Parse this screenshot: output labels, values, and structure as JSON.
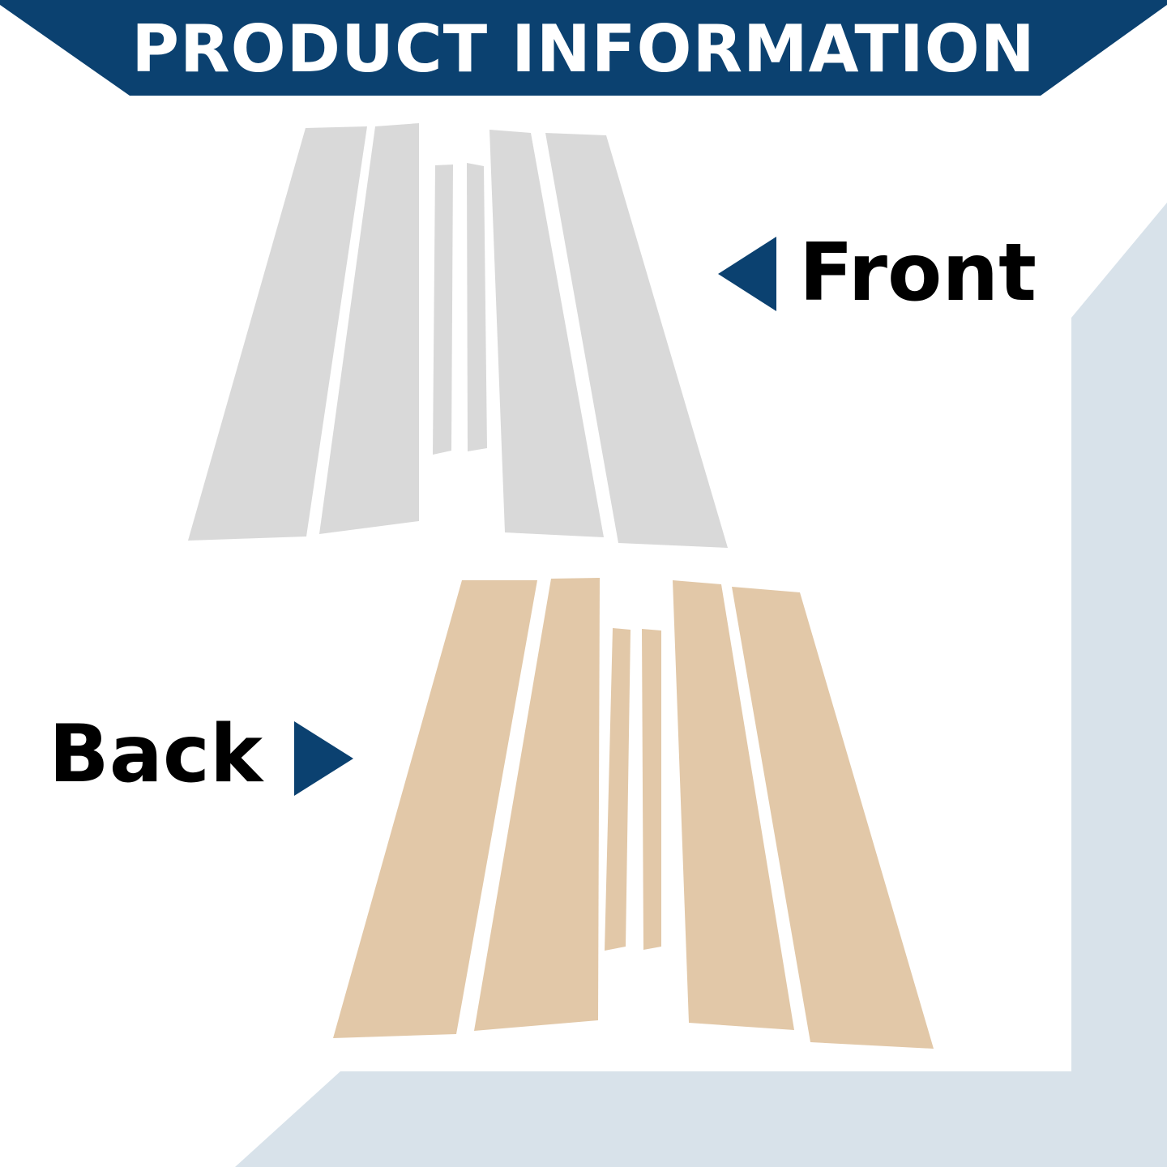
{
  "header": {
    "title": "PRODUCT INFORMATION"
  },
  "labels": {
    "front": "Front",
    "back": "Back"
  },
  "icons": {
    "front_pointer": "triangle-left-icon",
    "back_pointer": "triangle-right-icon"
  },
  "colors": {
    "banner": "#0b4170",
    "accent_frame": "#d8e2ea",
    "front_pieces": "#d9d9d9",
    "back_pieces": "#e2c8a8",
    "label_text": "#000000",
    "banner_text": "#ffffff"
  }
}
